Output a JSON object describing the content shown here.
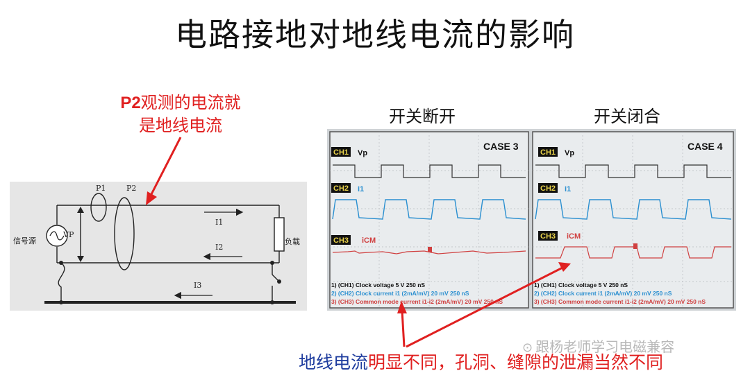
{
  "title": "电路接地对地线电流的影响",
  "p2_note": {
    "bold": "P2",
    "line1_rest": "观测的电流就",
    "line2": "是地线电流"
  },
  "captions": {
    "open": "开关断开",
    "closed": "开关闭合"
  },
  "circuit": {
    "source_label": "信号源",
    "load_label": "负载",
    "vp_label": "VP",
    "probe1": "P1",
    "probe2": "P2",
    "i1": "I1",
    "i2": "I2",
    "i3": "I3"
  },
  "scopes": [
    {
      "case": "CASE 3",
      "ch1": "CH1",
      "ch1_name": "Vp",
      "ch2": "CH2",
      "ch2_name": "i1",
      "ch3": "CH3",
      "ch3_name": "iCM",
      "legend1": "1) (CH1) Clock voltage  5 V   250 nS",
      "legend2": "2) (CH2) Clock current i1 (2mA/mV)  20 mV   250 nS",
      "legend3": "3) (CH3) Common mode current i1-i2 (2mA/mV)  20 mV   250 nS"
    },
    {
      "case": "CASE 4",
      "ch1": "CH1",
      "ch1_name": "Vp",
      "ch2": "CH2",
      "ch2_name": "i1",
      "ch3": "CH3",
      "ch3_name": "iCM",
      "legend1": "1) (CH1) Clock voltage  5 V   250 nS",
      "legend2": "2) (CH2) Clock current i1 (2mA/mV)  20 mV   250 nS",
      "legend3": "3) (CH3) Common mode current i1-i2 (2mA/mV)  20 mV   250 nS"
    }
  ],
  "bottom": {
    "blue_part": "地线电流",
    "red_part": "明显不同，孔洞、缝隙的泄漏当然不同"
  },
  "watermark": "跟杨老师学习电磁兼容",
  "colors": {
    "red": "#e02020",
    "blue_trace": "#2a8fd0",
    "red_trace": "#d04040",
    "text_blue": "#1e3c9e"
  }
}
